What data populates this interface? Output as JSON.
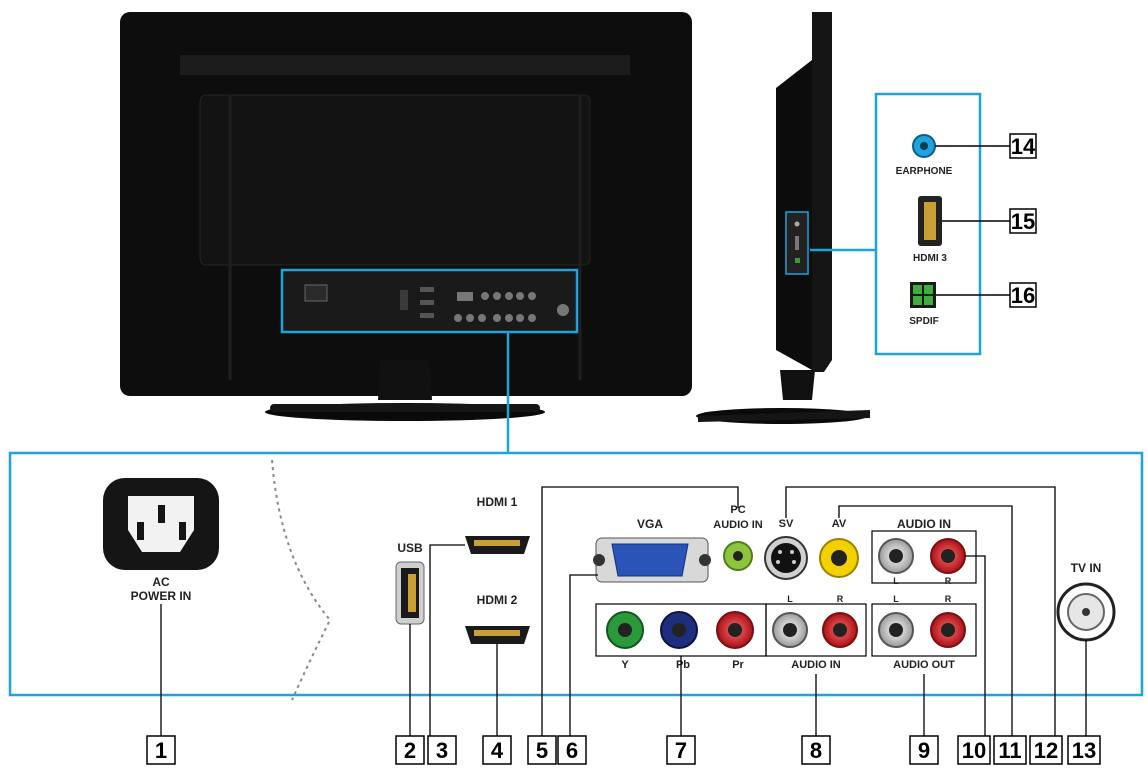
{
  "colors": {
    "accent": "#1ea3dc",
    "tv_body": "#0d0d0d",
    "composite_yellow": "#f5d000",
    "audio_red": "#d8262c",
    "audio_white": "#e8e8e8",
    "component_green": "#2a9a3a",
    "component_blue": "#1f2e7c",
    "vga_blue": "#2a54b8",
    "pc_audio_green": "#8cc63f",
    "spdif_green": "#2d8a2d"
  },
  "side_panel": {
    "earphone_label": "EARPHONE",
    "hdmi3_label": "HDMI 3",
    "spdif_label": "SPDIF"
  },
  "connector_labels": {
    "ac_line1": "AC",
    "ac_line2": "POWER IN",
    "usb": "USB",
    "hdmi1": "HDMI 1",
    "hdmi2": "HDMI 2",
    "vga": "VGA",
    "pc_audio_line1": "PC",
    "pc_audio_line2": "AUDIO IN",
    "sv": "SV",
    "av": "AV",
    "audio_in_top": "AUDIO IN",
    "audio_in_top_l": "L",
    "audio_in_top_r": "R",
    "comp_y": "Y",
    "comp_pb": "Pb",
    "comp_pr": "Pr",
    "audio_in_bottom_l": "L",
    "audio_in_bottom_r": "R",
    "audio_in_bottom": "AUDIO IN",
    "audio_out_l": "L",
    "audio_out_r": "R",
    "audio_out": "AUDIO OUT",
    "tv_in": "TV IN"
  },
  "callouts": [
    "1",
    "2",
    "3",
    "4",
    "5",
    "6",
    "7",
    "8",
    "9",
    "10",
    "11",
    "12",
    "13",
    "14",
    "15",
    "16"
  ]
}
